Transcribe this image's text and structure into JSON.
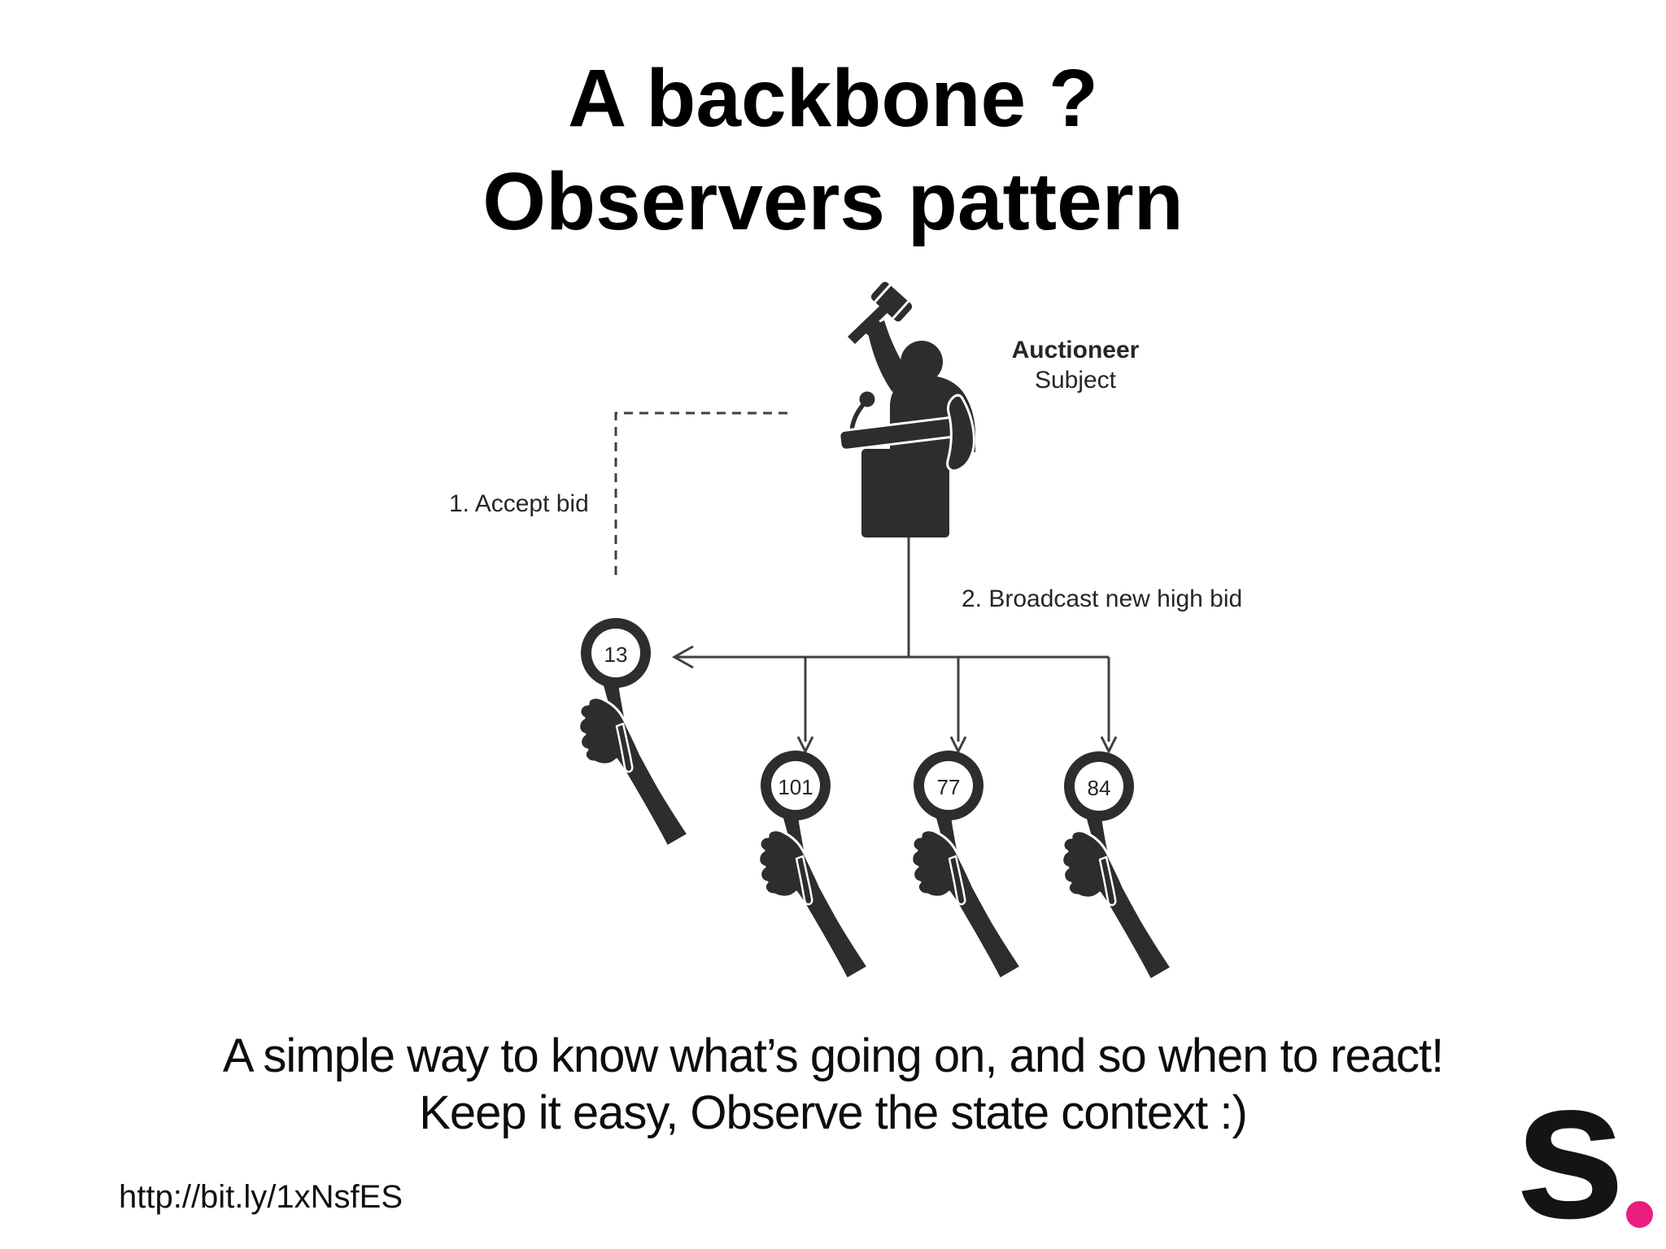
{
  "slide": {
    "title_line1": "A backbone ?",
    "title_line2": "Observers pattern",
    "summary_line1": "A simple way to know what’s going on, and so when to react!",
    "summary_line2": "Keep it easy, Observe the state context :)",
    "link": "http://bit.ly/1xNsfES"
  },
  "diagram": {
    "auctioneer_label": "Auctioneer",
    "subject_label": "Subject",
    "step1_label": "1. Accept bid",
    "step2_label": "2. Broadcast new high bid",
    "bidders": [
      "13",
      "101",
      "77",
      "84"
    ]
  },
  "logo": {
    "letter": "s",
    "dot_color": "#ea1e7c"
  }
}
